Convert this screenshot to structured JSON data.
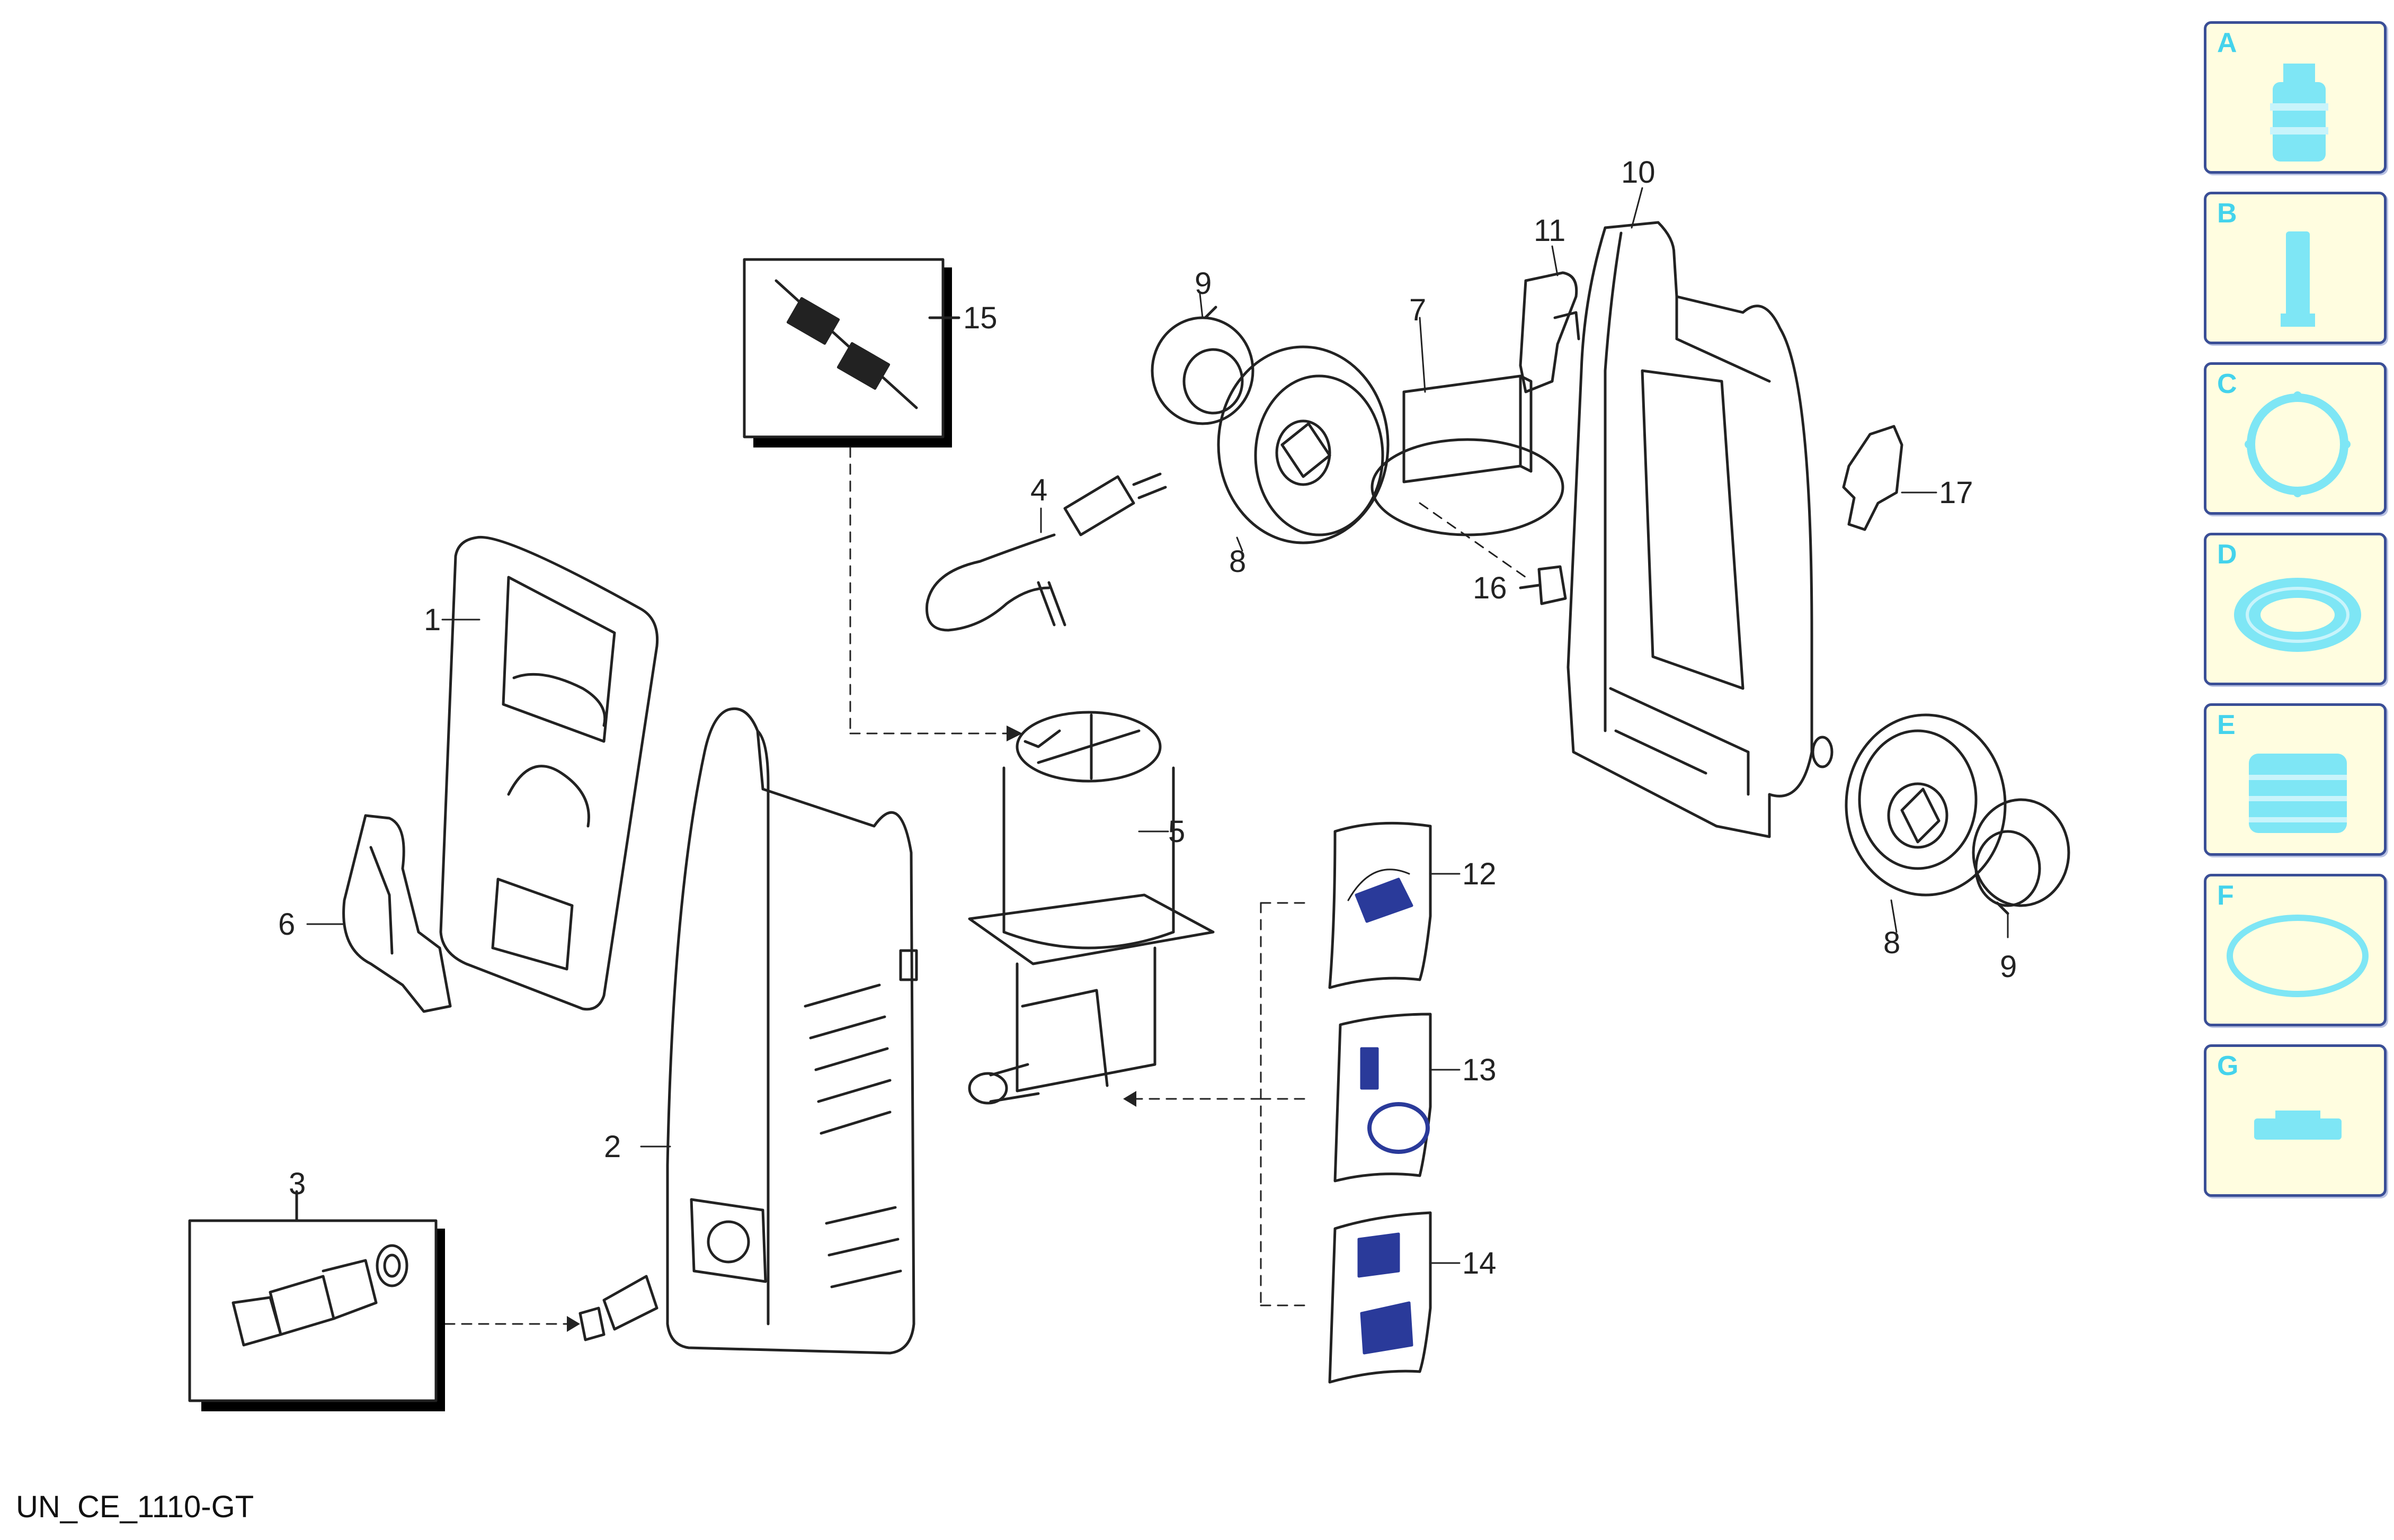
{
  "callouts": [
    {
      "id": "1",
      "label": "1"
    },
    {
      "id": "2",
      "label": "2"
    },
    {
      "id": "3",
      "label": "3"
    },
    {
      "id": "4",
      "label": "4"
    },
    {
      "id": "5",
      "label": "5"
    },
    {
      "id": "6",
      "label": "6"
    },
    {
      "id": "7",
      "label": "7"
    },
    {
      "id": "8a",
      "label": "8"
    },
    {
      "id": "8b",
      "label": "8"
    },
    {
      "id": "9a",
      "label": "9"
    },
    {
      "id": "9b",
      "label": "9"
    },
    {
      "id": "10",
      "label": "10"
    },
    {
      "id": "11",
      "label": "11"
    },
    {
      "id": "12",
      "label": "12"
    },
    {
      "id": "13",
      "label": "13"
    },
    {
      "id": "14",
      "label": "14"
    },
    {
      "id": "15",
      "label": "15"
    },
    {
      "id": "16",
      "label": "16"
    },
    {
      "id": "17",
      "label": "17"
    }
  ],
  "legend": [
    {
      "letter": "A",
      "icon": "cap-icon"
    },
    {
      "letter": "B",
      "icon": "cylinder-icon"
    },
    {
      "letter": "C",
      "icon": "gasket-ring-icon"
    },
    {
      "letter": "D",
      "icon": "seal-ring-icon"
    },
    {
      "letter": "E",
      "icon": "stacked-seal-icon"
    },
    {
      "letter": "F",
      "icon": "o-ring-icon"
    },
    {
      "letter": "G",
      "icon": "flat-seal-icon"
    }
  ],
  "caption": "UN_CE_1110-GT",
  "colors": {
    "line": "#222222",
    "legend_accent": "#44d3ec",
    "legend_border": "#3a4e96",
    "legend_bg": "#fffde0",
    "kit_blue": "#2a3a9a"
  }
}
